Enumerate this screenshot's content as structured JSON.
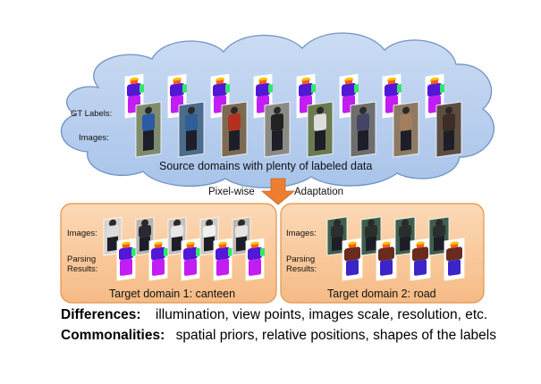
{
  "cloud": {
    "gt_labels": "GT Labels:",
    "images": "Images:",
    "caption": "Source domains with plenty of labeled data"
  },
  "transfer": {
    "left": "Pixel-wise",
    "right": "Adaptation"
  },
  "target1": {
    "images": "Images:",
    "parsing": "Parsing",
    "results": "Results:",
    "caption": "Target domain 1: canteen"
  },
  "target2": {
    "images": "Images:",
    "parsing": "Parsing",
    "results": "Results:",
    "caption": "Target domain 2: road"
  },
  "differences": {
    "label": "Differences:",
    "text": "illumination, view points, images scale, resolution, etc."
  },
  "commonalities": {
    "label": "Commonalities:",
    "text": "spatial priors, relative positions, shapes of the labels"
  },
  "colors": {
    "cloud_fill": "#b9d0ee",
    "cloud_stroke": "#6f93c4",
    "box_fill": "#f9c99b",
    "box_stroke": "#e4924a",
    "arrow": "#ed7d31",
    "label_hair": "#f5c400",
    "label_face": "#ff5a1f",
    "label_upper": "#5218d6",
    "label_lower": "#c21df2",
    "label_arm": "#2fe86b"
  }
}
